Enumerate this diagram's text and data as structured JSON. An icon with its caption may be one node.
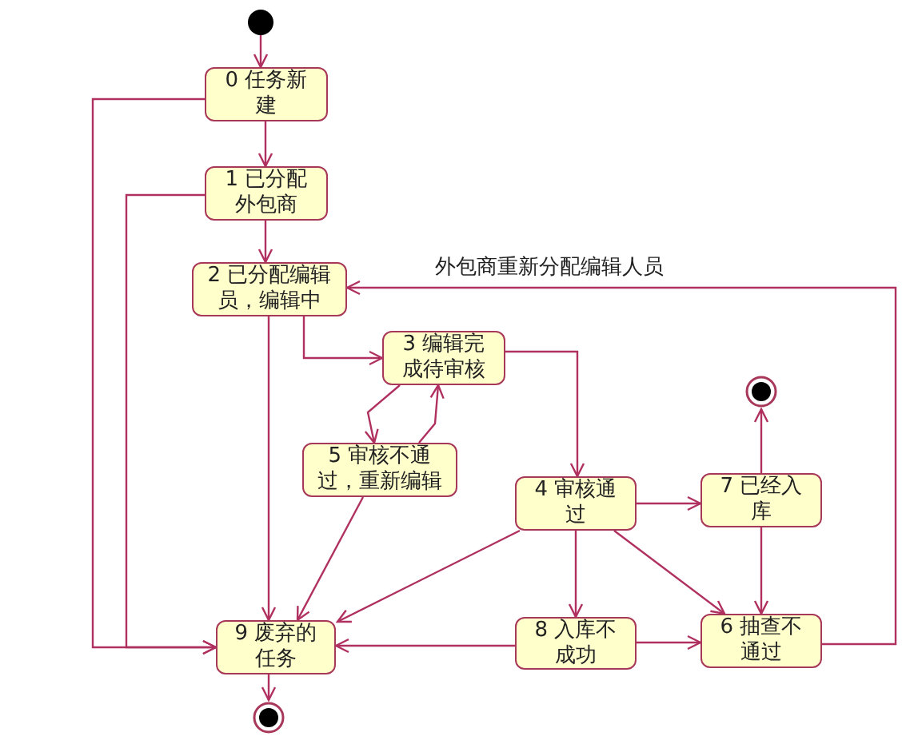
{
  "diagram": {
    "nodes": [
      {
        "text": [],
        "shape": "circle"
      },
      {
        "text": [
          "0 任务新建"
        ]
      },
      {
        "text": [
          "1 已分配外包商"
        ]
      },
      {
        "text": [
          "2 已分配编辑员，编辑中"
        ]
      },
      {
        "text": [
          "3 编辑完成待审核"
        ]
      },
      {
        "text": [],
        "shape": "circle"
      },
      {
        "text": [
          "5 审核不通过，重新编辑"
        ]
      },
      {
        "text": [
          "4 审核通过"
        ]
      },
      {
        "text": [
          "7 已经入库"
        ]
      },
      {
        "text": [
          "9 废弃的任务"
        ]
      },
      {
        "text": [
          "8 入库不成功"
        ]
      },
      {
        "text": [
          "6 抽查不通过"
        ]
      },
      {
        "text": [],
        "shape": "circle"
      }
    ],
    "edges": [
      {
        "from": 0,
        "to": 1,
        "arrow": "to"
      },
      {
        "from": 1,
        "to": 2,
        "arrow": "to"
      },
      {
        "from": 2,
        "to": 3,
        "arrow": "to"
      },
      {
        "from": 3,
        "to": 4,
        "arrow": "to"
      },
      {
        "from": 4,
        "to": 6,
        "arrow": "to"
      },
      {
        "from": 6,
        "to": 4,
        "arrow": "to"
      },
      {
        "from": 4,
        "to": 7,
        "arrow": "to"
      },
      {
        "from": 7,
        "to": 8,
        "arrow": "to"
      },
      {
        "from": 8,
        "to": 5,
        "arrow": "to"
      },
      {
        "from": 8,
        "to": 11,
        "arrow": "to"
      },
      {
        "from": 7,
        "to": 11,
        "arrow": "to"
      },
      {
        "from": 7,
        "to": 10,
        "arrow": "to"
      },
      {
        "from": 10,
        "to": 11,
        "arrow": "to"
      },
      {
        "from": 10,
        "to": 9,
        "arrow": "to"
      },
      {
        "from": 7,
        "to": 9,
        "arrow": "to"
      },
      {
        "from": 6,
        "to": 9,
        "arrow": "to"
      },
      {
        "from": 3,
        "to": 9,
        "arrow": "to"
      },
      {
        "from": 1,
        "to": 9,
        "arrow": "to"
      },
      {
        "from": 2,
        "to": 9,
        "arrow": "to"
      },
      {
        "from": 11,
        "to": 3,
        "arrow": "to",
        "label": "外包商重新分配编辑人员"
      },
      {
        "from": 9,
        "to": 12,
        "arrow": "to"
      }
    ]
  }
}
